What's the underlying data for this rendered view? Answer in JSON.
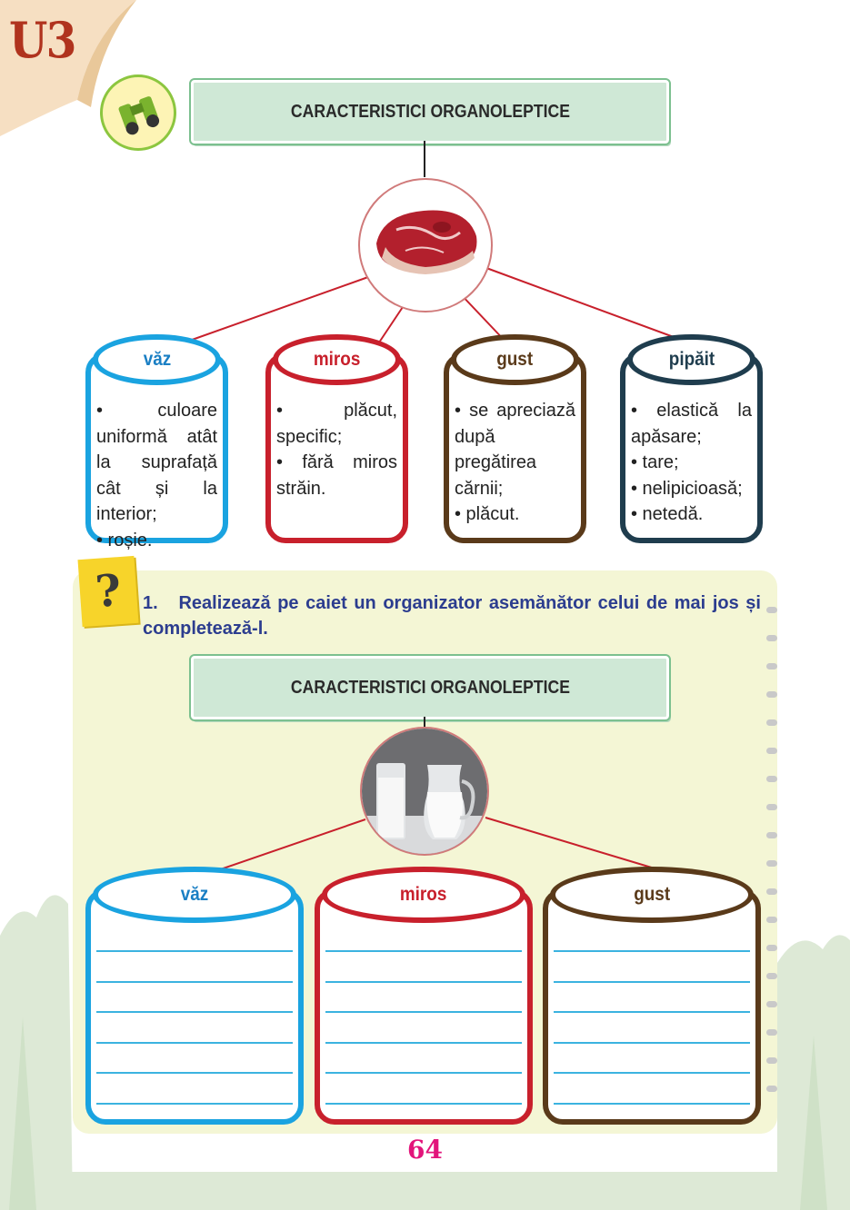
{
  "unit": {
    "label": "U3"
  },
  "top_organizer": {
    "title": "CARACTERISTICI ORGANOLEPTICE",
    "center_image": "raw-meat",
    "cards": [
      {
        "heading": "văz",
        "color": "#1aa3e0",
        "text_color": "#1a7fc4",
        "items": [
          "• culoare uniformă atât la suprafață cât și la interior;",
          "• roșie."
        ]
      },
      {
        "heading": "miros",
        "color": "#c8202c",
        "text_color": "#c8202c",
        "items": [
          "• plăcut, specific;",
          "• fără miros străin."
        ]
      },
      {
        "heading": "gust",
        "color": "#5a3a1a",
        "text_color": "#5a3a1a",
        "items": [
          "• se apreciază după pregătirea cărnii;",
          "• plăcut."
        ]
      },
      {
        "heading": "pipăit",
        "color": "#1f3d4e",
        "text_color": "#1f3d4e",
        "items": [
          "• elastică la apăsare;",
          "• tare;",
          "• nelipicioasă;",
          "• netedă."
        ]
      }
    ]
  },
  "exercise": {
    "marker": "?",
    "number": "1.",
    "instruction": "Realizează pe caiet un organizator asemănător celui de mai jos și completează-l.",
    "organizer": {
      "title": "CARACTERISTICI ORGANOLEPTICE",
      "center_image": "milk-glass-and-jug",
      "cards": [
        {
          "heading": "văz",
          "color": "#1aa3e0",
          "text_color": "#1a7fc4"
        },
        {
          "heading": "miros",
          "color": "#c8202c",
          "text_color": "#c8202c"
        },
        {
          "heading": "gust",
          "color": "#5a3a1a",
          "text_color": "#5a3a1a"
        }
      ]
    }
  },
  "page_number": "64",
  "colors": {
    "accent_green": "#7cc08f",
    "title_fill": "#cfe8d6",
    "page_number": "#e2157b",
    "instruction": "#2c3d8f"
  }
}
